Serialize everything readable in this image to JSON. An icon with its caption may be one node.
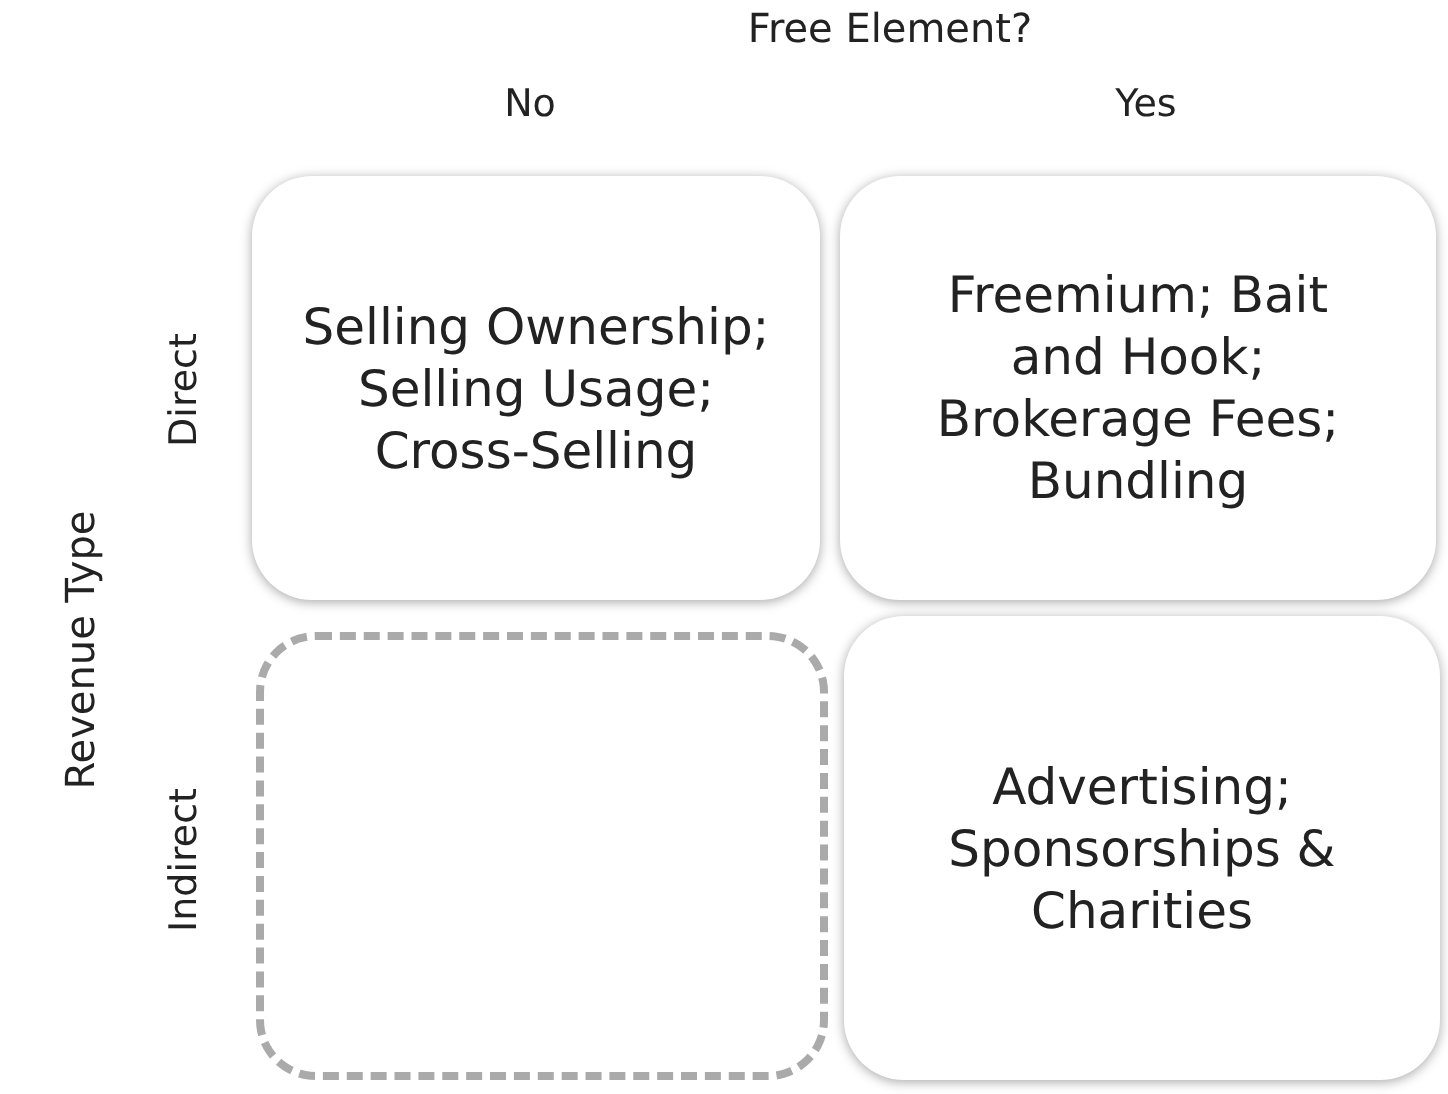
{
  "diagram": {
    "nodes": [
      {
        "text": [
          "Selling Ownership; Selling Usage; Cross-Selling"
        ]
      },
      {
        "text": [
          "Freemium; Bait and Hook; Brokerage Fees; Bundling"
        ]
      },
      {
        "text": [],
        "shape": "box"
      },
      {
        "text": [
          "Advertising; Sponsorships & Charities"
        ]
      }
    ],
    "labels": [
      "Free Element?",
      "No",
      "Yes",
      "Revenue Type",
      "Direct",
      "Indirect"
    ]
  }
}
